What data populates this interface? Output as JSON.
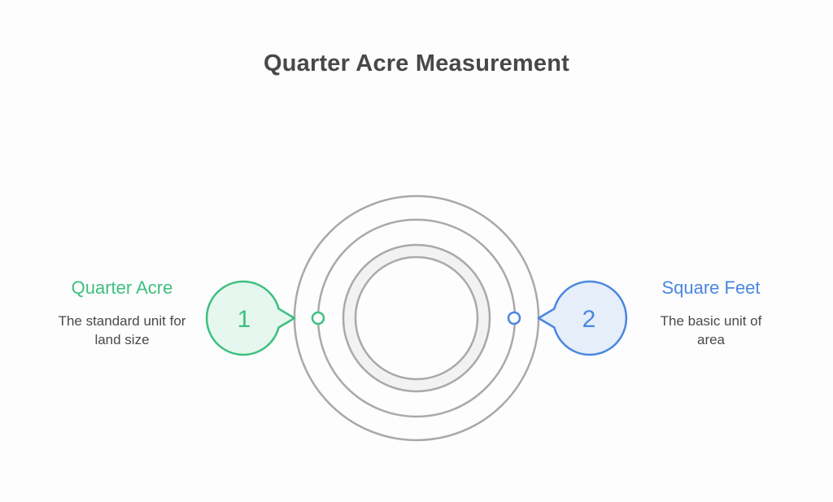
{
  "title": "Quarter Acre Measurement",
  "items": [
    {
      "number": "1",
      "label": "Quarter Acre",
      "description_line1": "The standard unit for",
      "description_line2": "land size",
      "color": "#3dbf80",
      "fill": "#e5f7ee"
    },
    {
      "number": "2",
      "label": "Square Feet",
      "description_line1": "The basic unit of",
      "description_line2": "area",
      "color": "#4a86e0",
      "fill": "#e6eef9"
    }
  ],
  "colors": {
    "ring_stroke": "#a9a9a9",
    "inner_ring_fill": "#f2f2f2",
    "title": "#484848"
  }
}
